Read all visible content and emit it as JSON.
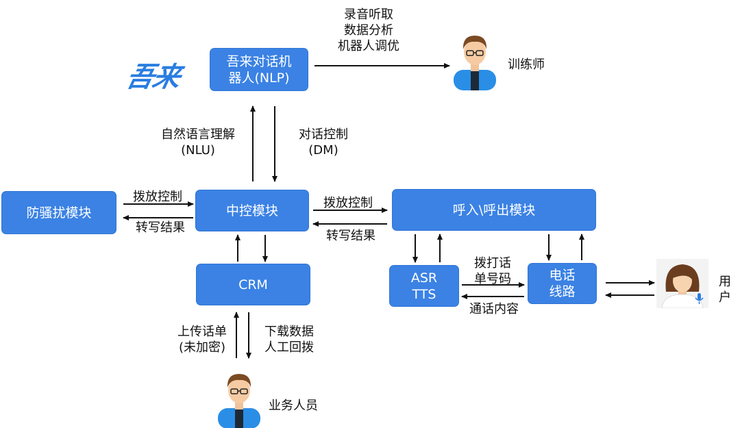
{
  "logo": {
    "text": "吾来"
  },
  "boxes": {
    "nlp": {
      "line1": "吾来对话机",
      "line2": "器人(NLP)"
    },
    "center": "中控模块",
    "anti": "防骚扰模块",
    "call": "呼入\\呼出模块",
    "crm": "CRM",
    "asr": {
      "line1": "ASR",
      "line2": "TTS"
    },
    "phone": {
      "line1": "电话",
      "line2": "线路"
    }
  },
  "labels": {
    "trainer_task": [
      "录音听取",
      "数据分析",
      "机器人调优"
    ],
    "trainer": "训练师",
    "nlu": [
      "自然语言理解",
      "(NLU)"
    ],
    "dm": [
      "对话控制",
      "(DM)"
    ],
    "dial_left": "拨放控制",
    "result_left": "转写结果",
    "dial_right": "拨放控制",
    "result_right": "转写结果",
    "dial_number": [
      "拨打话",
      "单号码"
    ],
    "call_content": "通话内容",
    "upload": [
      "上传话单",
      "(未加密)"
    ],
    "download": [
      "下载数据",
      "人工回拨"
    ],
    "staff": "业务人员",
    "user": [
      "用",
      "户"
    ]
  },
  "colors": {
    "box": "#3b82e4",
    "logo": "#2a7de0",
    "arrow": "#111111"
  }
}
